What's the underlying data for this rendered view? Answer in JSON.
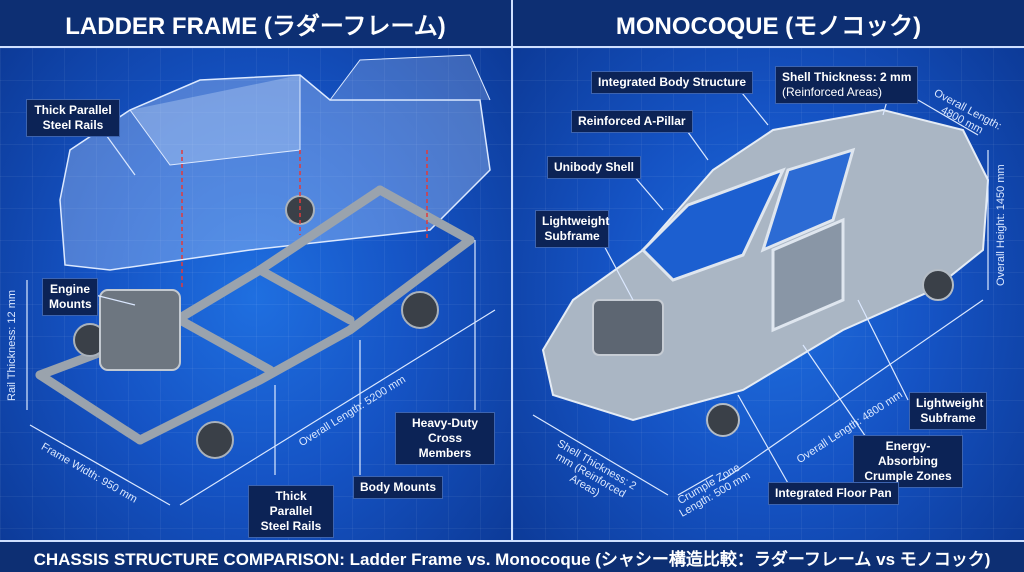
{
  "left": {
    "title": "LADDER FRAME (ラダーフレーム)",
    "labels": {
      "rails_top": "Thick Parallel Steel Rails",
      "engine_mounts": "Engine Mounts",
      "cross_members": "Heavy-Duty Cross Members",
      "body_mounts": "Body Mounts",
      "rails_bottom": "Thick Parallel Steel Rails"
    },
    "dimensions": {
      "rail_thickness": "Rail Thickness: 12 mm",
      "frame_width": "Frame Width: 950 mm",
      "overall_length": "Overall Length: 5200 mm"
    }
  },
  "right": {
    "title": "MONOCOQUE (モノコック)",
    "labels": {
      "integrated_body": "Integrated Body Structure",
      "shell_thickness": "Shell Thickness: 2 mm",
      "shell_thickness_sub": "(Reinforced Areas)",
      "a_pillar": "Reinforced A-Pillar",
      "unibody": "Unibody Shell",
      "subframe_left": "Lightweight Subframe",
      "subframe_right": "Lightweight Subframe",
      "crumple": "Energy-Absorbing Crumple Zones",
      "floor_pan": "Integrated Floor Pan"
    },
    "dimensions": {
      "overall_length_top": "Overall Length: 4800 mm",
      "overall_height": "Overall Height: 1450 mm",
      "overall_length": "Overall Length: 4800 mm",
      "shell_thickness": "Shell Thickness: 2 mm (Reinforced Areas)",
      "crumple_zone": "Crumple Zone Length: 500 mm"
    }
  },
  "footer": "CHASSIS STRUCTURE COMPARISON: Ladder Frame vs. Monocoque (シャシー構造比較：ラダーフレーム vs モノコック)"
}
